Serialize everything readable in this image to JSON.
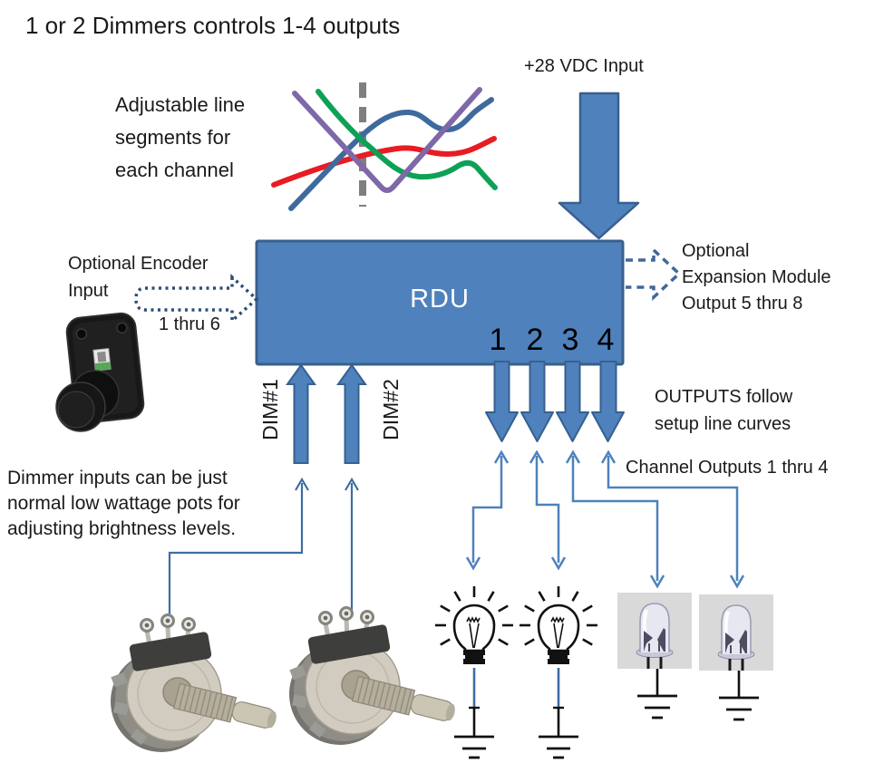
{
  "title": "1 or 2 Dimmers controls 1-4 outputs",
  "inset_chart": {
    "type": "line",
    "caption_lines": [
      "Adjustable line",
      "segments for",
      "each channel"
    ],
    "curves": [
      {
        "name": "channel-curve-blue",
        "color": "#3e6a9e"
      },
      {
        "name": "channel-curve-red",
        "color": "#e81c23"
      },
      {
        "name": "channel-curve-green",
        "color": "#0da156"
      },
      {
        "name": "channel-curve-purple",
        "color": "#7e68a8"
      }
    ],
    "marker": {
      "name": "dashed-vertical-marker",
      "color": "#7f7f7f"
    }
  },
  "power_input_label": "+28 VDC Input",
  "rdu": {
    "label": "RDU",
    "output_numbers": [
      "1",
      "2",
      "3",
      "4"
    ]
  },
  "encoder_input": {
    "label_lines": [
      "Optional Encoder",
      "Input"
    ],
    "range_label": "1 thru 6"
  },
  "expansion": {
    "label_lines": [
      "Optional",
      "Expansion Module",
      "Output 5 thru 8"
    ]
  },
  "dim_inputs": {
    "dim1_label": "DIM#1",
    "dim2_label": "DIM#2"
  },
  "outputs": {
    "follow_lines": [
      "OUTPUTS follow",
      "setup line curves"
    ],
    "channels_label": "Channel Outputs 1 thru 4"
  },
  "dimmer_note_lines": [
    "Dimmer inputs can be just",
    "normal low wattage pots for",
    "adjusting brightness levels."
  ],
  "colors": {
    "accent_blue": "#4f81bd",
    "accent_blue_dark": "#38608e",
    "thin_wire_blue": "#4f81bd",
    "dotted_arrow_blue": "#2d4d76",
    "dashed_arrow_blue": "#41679b",
    "led_background_gray": "#d9d9d9"
  }
}
